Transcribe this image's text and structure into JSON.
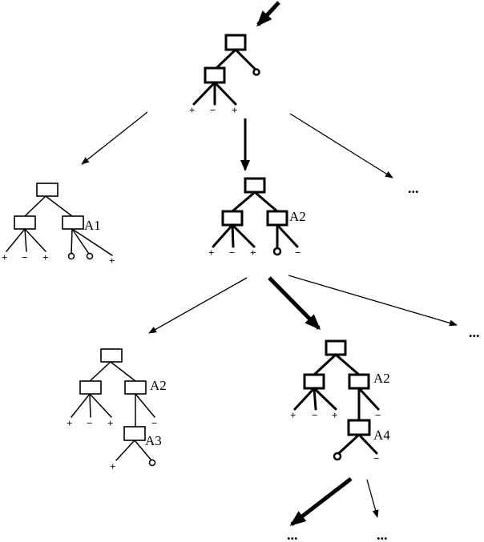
{
  "signs": {
    "plus": "+",
    "minus": "−"
  },
  "labels": {
    "a1": "A1",
    "a2": "A2",
    "a3": "A3",
    "a4": "A4"
  },
  "ellipsis": "..."
}
